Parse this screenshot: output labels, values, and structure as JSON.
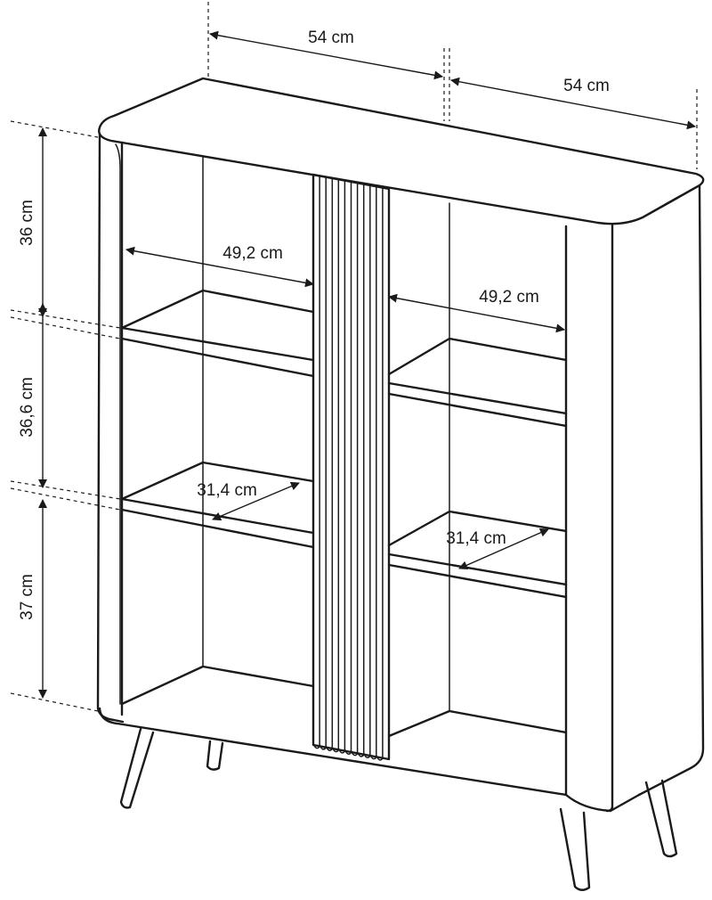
{
  "dimensions": {
    "top_width": "54 cm",
    "top_depth": "54 cm",
    "height_upper": "36 cm",
    "height_middle": "36,6 cm",
    "height_lower": "37 cm",
    "inner_width_left": "49,2 cm",
    "inner_width_right": "49,2 cm",
    "shelf_depth_left": "31,4 cm",
    "shelf_depth_right": "31,4 cm"
  }
}
